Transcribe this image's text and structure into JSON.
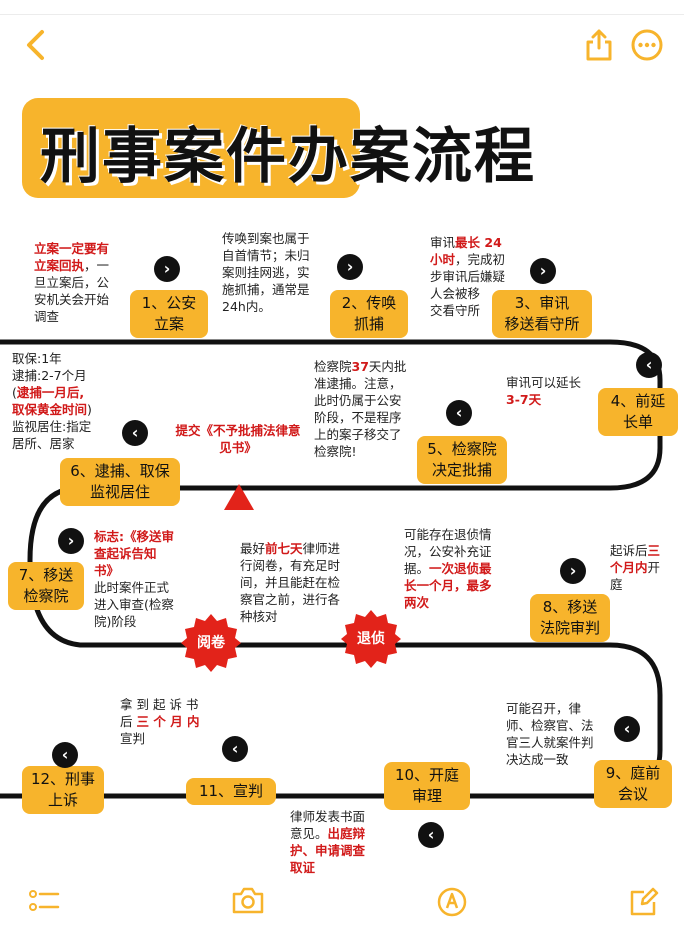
{
  "header": {
    "back_icon": "chevron-left-icon",
    "share_icon": "share-icon",
    "more_icon": "more-icon",
    "accent": "#f7b42c"
  },
  "poster": {
    "title": "刑事案件办案流程",
    "steps": [
      "1、公安\n立案",
      "2、传唤\n抓捕",
      "3、审讯\n移送看守所",
      "4、前延\n长单",
      "5、检察院\n决定批捕",
      "6、逮捕、取保\n监视居住",
      "7、移送\n检察院",
      "8、移送\n法院审判",
      "9、庭前\n会议",
      "10、开庭\n审理",
      "11、宣判",
      "12、刑事\n上诉"
    ],
    "notes": {
      "n1_red": "立案一定要有\n立案回执",
      "n1_rest": "，一\n旦立案后，公\n安机关会开始\n调查",
      "n2": "传唤到案也属于\n自首情节；未归\n案则挂网逃，实\n施抓捕，通常是\n24h内。",
      "n3_a": "审讯",
      "n3_red1": "最长 24\n小时",
      "n3_b": "，完成初\n步审讯后嫌疑\n人会被移\n交看守所",
      "n4_a": "审讯可以延长\n",
      "n4_red": "3-7天",
      "n5_a": "检察院",
      "n5_red": "37",
      "n5_b": "天内批\n准逮捕。注意，\n此时仍属于公安\n阶段，不是程序\n上的案子移交了\n检察院!",
      "n5_red2": "提交《不予批捕法律意\n见书》",
      "n6_a": "取保:1年\n逮捕:2-7个月\n(",
      "n6_red": "逮捕一月后,\n取保黄金时间",
      "n6_b": ")\n监视居住:指定\n居所、居家",
      "n7_red": "标志:《移送审\n查起诉告知\n书》",
      "n7_b": "此时案件正式\n进入审查(检察\n院)阶段",
      "n8_a": "最好",
      "n8_red": "前七天",
      "n8_b": "律师进\n行阅卷，有充足时\n间，并且能赶在检\n察官之前，进行各\n种核对",
      "n9_a": "可能存在退侦情\n况，公安补充证\n据。",
      "n9_red": "一次退侦最\n长一个月，最多\n两次",
      "n10_a": "起诉后",
      "n10_red": "三\n个月内",
      "n10_b": "开\n庭",
      "n11_a": "拿 到 起 诉 书\n后 ",
      "n11_red": "三 个 月 内",
      "n11_b": "\n宣判",
      "n12": "可能召开，律\n师、检察官、法\n官三人就案件判\n决达成一致",
      "n13_a": "律师发表书面\n意见。",
      "n13_red": "出庭辩\n护、申请调查\n取证"
    },
    "badges": [
      "阅卷",
      "退侦"
    ]
  },
  "footer": {
    "list_icon": "checklist-icon",
    "camera_icon": "camera-icon",
    "pen_icon": "markup-pen-icon",
    "edit_icon": "compose-icon"
  }
}
